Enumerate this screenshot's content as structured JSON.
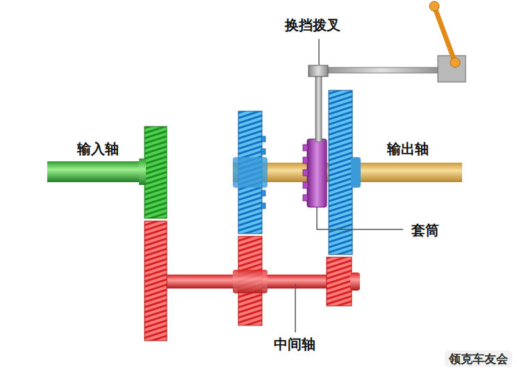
{
  "diagram": {
    "labels": [
      "换挡拨叉",
      "输入轴",
      "输出轴",
      "套筒",
      "中间轴",
      "领克车友会"
    ]
  }
}
